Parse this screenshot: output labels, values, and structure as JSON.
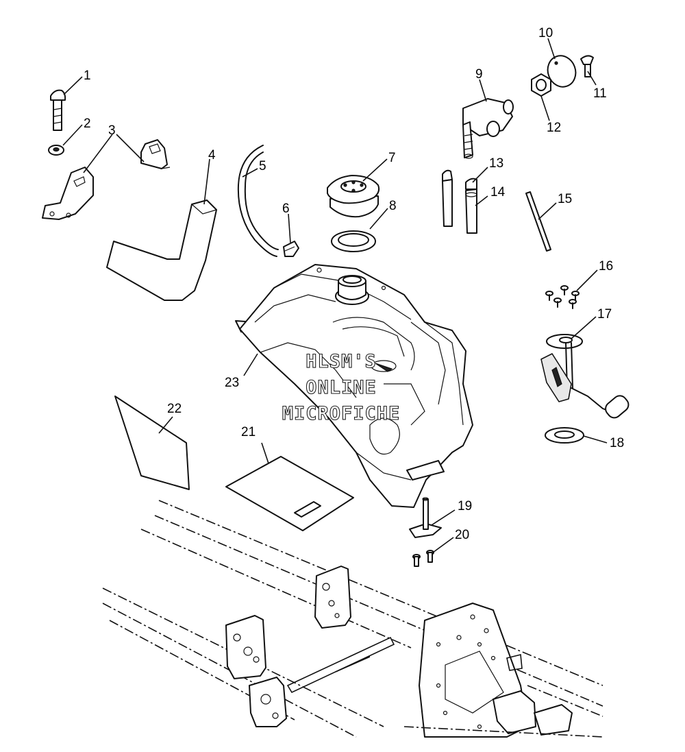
{
  "callouts": {
    "c1": "1",
    "c2": "2",
    "c3": "3",
    "c4": "4",
    "c5": "5",
    "c6": "6",
    "c7": "7",
    "c8": "8",
    "c9": "9",
    "c10": "10",
    "c11": "11",
    "c12": "12",
    "c13": "13",
    "c14": "14",
    "c15": "15",
    "c16": "16",
    "c17": "17",
    "c18": "18",
    "c19": "19",
    "c20": "20",
    "c21": "21",
    "c22": "22",
    "c23": "23"
  },
  "watermark": {
    "line1": "HLSM'S",
    "line2": "ONLINE",
    "line3": "MICROFICHE"
  }
}
